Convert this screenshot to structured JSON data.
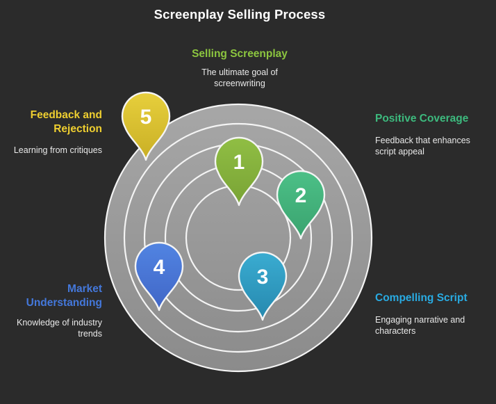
{
  "title": "Screenplay Selling Process",
  "theme": {
    "background": "#2B2B2B",
    "disc_top": "#A7A7A7",
    "disc_bottom": "#8B8B8B",
    "ring_stroke": "#F4F4F4",
    "pin_stroke": "#F4F4F4",
    "text_primary": "#FFFFFF",
    "text_secondary": "#E9E9E9"
  },
  "diagram_type": "concentric-rings-process",
  "ring_count": 5,
  "steps": [
    {
      "number": "1",
      "label": "Selling Screenplay",
      "description": "The ultimate goal of screenwriting",
      "accent": "#8CC63F",
      "pin_top": "#90BE44",
      "pin_bottom": "#79A335",
      "position": "top"
    },
    {
      "number": "2",
      "label": "Positive Coverage",
      "description": "Feedback that enhances script appeal",
      "accent": "#3DBA7E",
      "pin_top": "#4CC087",
      "pin_bottom": "#3AA36F",
      "position": "right-top"
    },
    {
      "number": "3",
      "label": "Compelling Script",
      "description": "Engaging narrative and characters",
      "accent": "#29ABE2",
      "pin_top": "#3AACD1",
      "pin_bottom": "#2688AE",
      "position": "right-bottom"
    },
    {
      "number": "4",
      "label": "Market Understanding",
      "description": "Knowledge of industry trends",
      "accent": "#4478DB",
      "pin_top": "#5184E2",
      "pin_bottom": "#4166C6",
      "position": "left-bottom"
    },
    {
      "number": "5",
      "label": "Feedback and Rejection",
      "description": "Learning from critiques",
      "accent": "#EFCF30",
      "pin_top": "#E7CF3C",
      "pin_bottom": "#C9AF25",
      "position": "left-top"
    }
  ]
}
